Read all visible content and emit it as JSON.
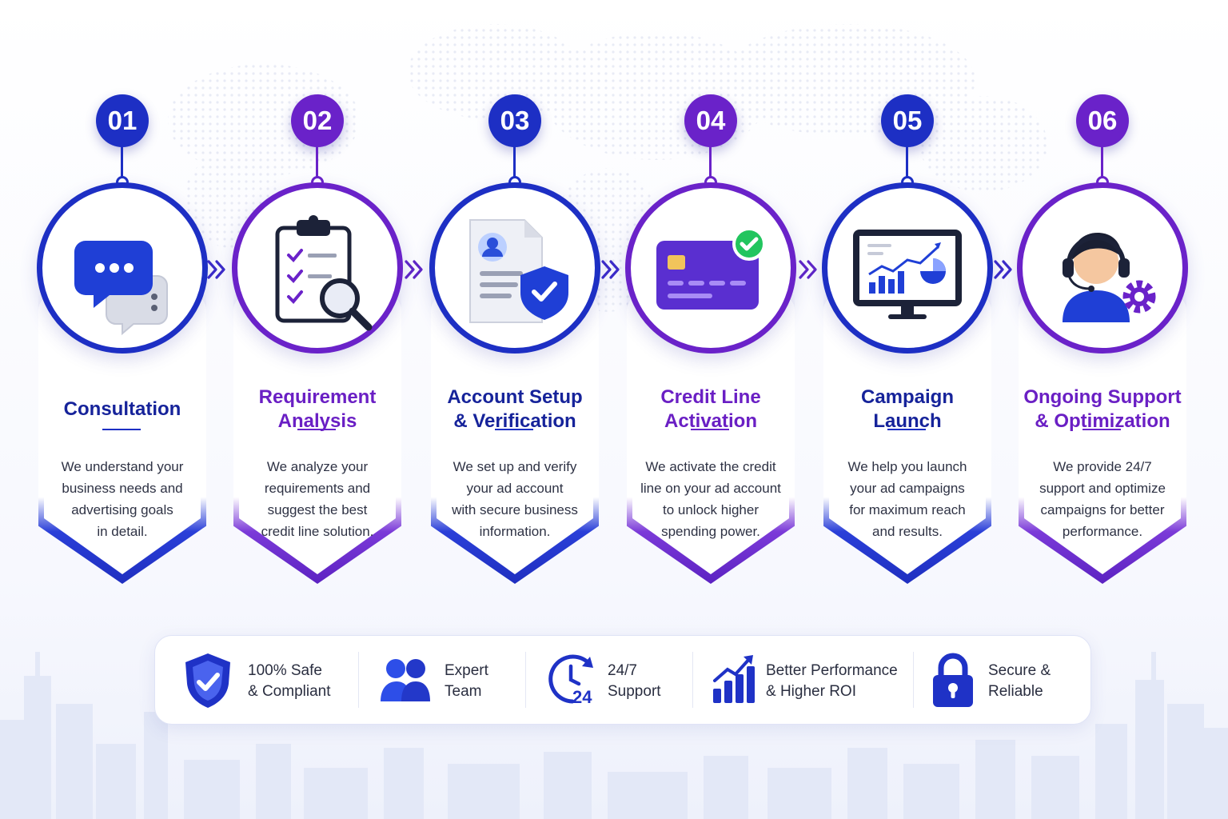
{
  "colors": {
    "blue": "#1d2fc4",
    "purple": "#6a22c9",
    "title_blue": "#16239a",
    "title_purple": "#6a1fc4",
    "text": "#2e3244"
  },
  "steps": [
    {
      "number": "01",
      "title": "Consultation",
      "description": "We understand your\nbusiness needs and\nadvertising goals\nin detail.",
      "accent": "blue",
      "icon": "chat-bubbles-icon"
    },
    {
      "number": "02",
      "title": "Requirement\nAnalysis",
      "description": "We analyze your\nrequirements and\nsuggest the best\ncredit line solution.",
      "accent": "purple",
      "icon": "clipboard-magnifier-icon"
    },
    {
      "number": "03",
      "title": "Account Setup\n& Verification",
      "description": "We set up and verify\nyour ad account\nwith secure business\ninformation.",
      "accent": "blue",
      "icon": "document-shield-icon"
    },
    {
      "number": "04",
      "title": "Credit Line\nActivation",
      "description": "We activate the credit\nline on your ad account\nto unlock higher\nspending power.",
      "accent": "purple",
      "icon": "credit-card-check-icon"
    },
    {
      "number": "05",
      "title": "Campaign\nLaunch",
      "description": "We help you launch\nyour ad campaigns\nfor maximum reach\nand results.",
      "accent": "blue",
      "icon": "monitor-chart-icon"
    },
    {
      "number": "06",
      "title": "Ongoing Support\n& Optimization",
      "description": "We provide 24/7\nsupport and optimize\ncampaigns for better\nperformance.",
      "accent": "purple",
      "icon": "support-agent-gear-icon"
    }
  ],
  "features": [
    {
      "label": "100% Safe\n& Compliant",
      "icon": "shield-check-icon"
    },
    {
      "label": "Expert\nTeam",
      "icon": "team-icon"
    },
    {
      "label": "24/7\nSupport",
      "icon": "clock-24-icon",
      "icon_text": "24"
    },
    {
      "label": "Better Performance\n& Higher ROI",
      "icon": "growth-chart-icon"
    },
    {
      "label": "Secure &\nReliable",
      "icon": "padlock-icon"
    }
  ]
}
